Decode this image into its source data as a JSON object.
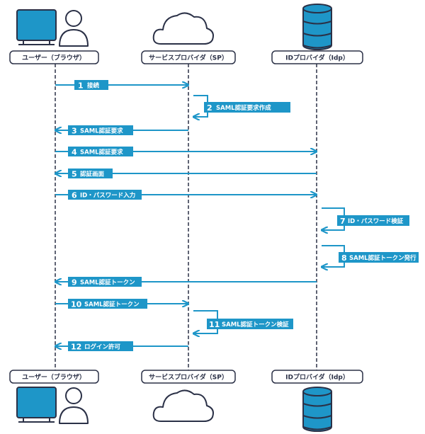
{
  "colors": {
    "accent": "#1e96c8",
    "outline": "#2b3147",
    "db_fill": "#1e96c8",
    "db_band": "#2b3147",
    "monitor_fill": "#1e96c8",
    "background": "#ffffff"
  },
  "actors": [
    {
      "id": "user",
      "label": "ユーザー（ブラウザ）",
      "icon": "user-with-monitor-icon"
    },
    {
      "id": "sp",
      "label": "サービスプロバイダ（SP）",
      "icon": "cloud-icon"
    },
    {
      "id": "idp",
      "label": "IDプロバイダ（Idp）",
      "icon": "database-icon"
    }
  ],
  "messages": [
    {
      "num": "1",
      "label": "接続",
      "from": "user",
      "to": "sp"
    },
    {
      "num": "2",
      "label": "SAML認証要求作成",
      "from": "sp",
      "to": "sp"
    },
    {
      "num": "3",
      "label": "SAML認証要求",
      "from": "sp",
      "to": "user"
    },
    {
      "num": "4",
      "label": "SAML認証要求",
      "from": "user",
      "to": "idp"
    },
    {
      "num": "5",
      "label": "認証画面",
      "from": "idp",
      "to": "user"
    },
    {
      "num": "6",
      "label": "ID・パスワード入力",
      "from": "user",
      "to": "idp"
    },
    {
      "num": "7",
      "label": "ID・パスワード検証",
      "from": "idp",
      "to": "idp"
    },
    {
      "num": "8",
      "label": "SAML認証トークン発行",
      "from": "idp",
      "to": "idp"
    },
    {
      "num": "9",
      "label": "SAML認証トークン",
      "from": "idp",
      "to": "user"
    },
    {
      "num": "10",
      "label": "SAML認証トークン",
      "from": "user",
      "to": "sp"
    },
    {
      "num": "11",
      "label": "SAML認証トークン検証",
      "from": "sp",
      "to": "sp"
    },
    {
      "num": "12",
      "label": "ログイン許可",
      "from": "sp",
      "to": "user"
    }
  ]
}
